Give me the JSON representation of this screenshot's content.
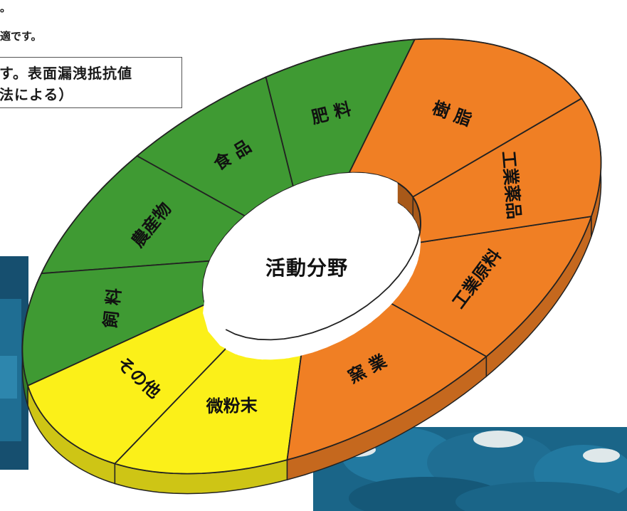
{
  "top_text": {
    "line1": "。",
    "line2": "適です。",
    "box_line1": "す。表面漏洩抵抗値",
    "box_line2": "法による）"
  },
  "diagram": {
    "center_label": "活動分野",
    "colors": {
      "green": "#3f9a33",
      "orange": "#f07f24",
      "yellow": "#fbf019",
      "sack_blue": "#1f6e93"
    },
    "segments": [
      {
        "label": "肥 料",
        "color": "green"
      },
      {
        "label": "食 品",
        "color": "green"
      },
      {
        "label": "農産物",
        "color": "green"
      },
      {
        "label": "飼 料",
        "color": "green"
      },
      {
        "label": "その他",
        "color": "yellow"
      },
      {
        "label": "微粉末",
        "color": "yellow"
      },
      {
        "label": "窯 業",
        "color": "orange"
      },
      {
        "label": "工業原料",
        "color": "orange"
      },
      {
        "label": "工業薬品",
        "color": "orange"
      },
      {
        "label": "樹 脂",
        "color": "orange"
      }
    ]
  }
}
